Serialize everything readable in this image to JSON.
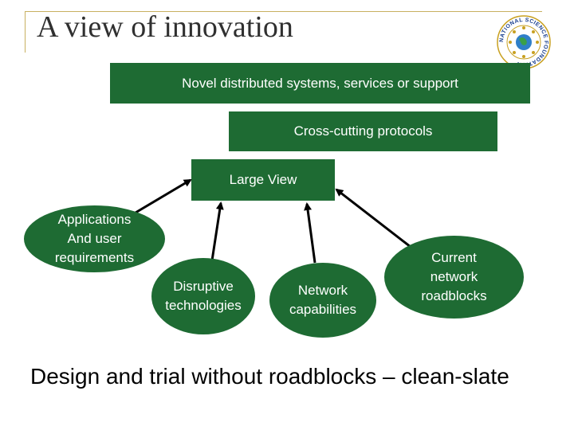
{
  "slide": {
    "title": "A view of innovation",
    "footer": "Design and trial without roadblocks – clean-slate"
  },
  "logo": {
    "icon": "nsf-seal-icon",
    "ring_text": "NATIONAL SCIENCE FOUNDATION"
  },
  "boxes": {
    "novel": "Novel distributed systems, services or support",
    "cross": "Cross-cutting protocols",
    "large": "Large View"
  },
  "ellipses": {
    "applications": "Applications\nAnd user\nrequirements",
    "disruptive": "Disruptive\ntechnologies",
    "network": "Network\ncapabilities",
    "current": "Current\nnetwork\nroadblocks"
  },
  "colors": {
    "box_fill": "#1e6b33",
    "box_text": "#ffffff",
    "arrow": "#000000",
    "title_frame": "#c8b060"
  }
}
